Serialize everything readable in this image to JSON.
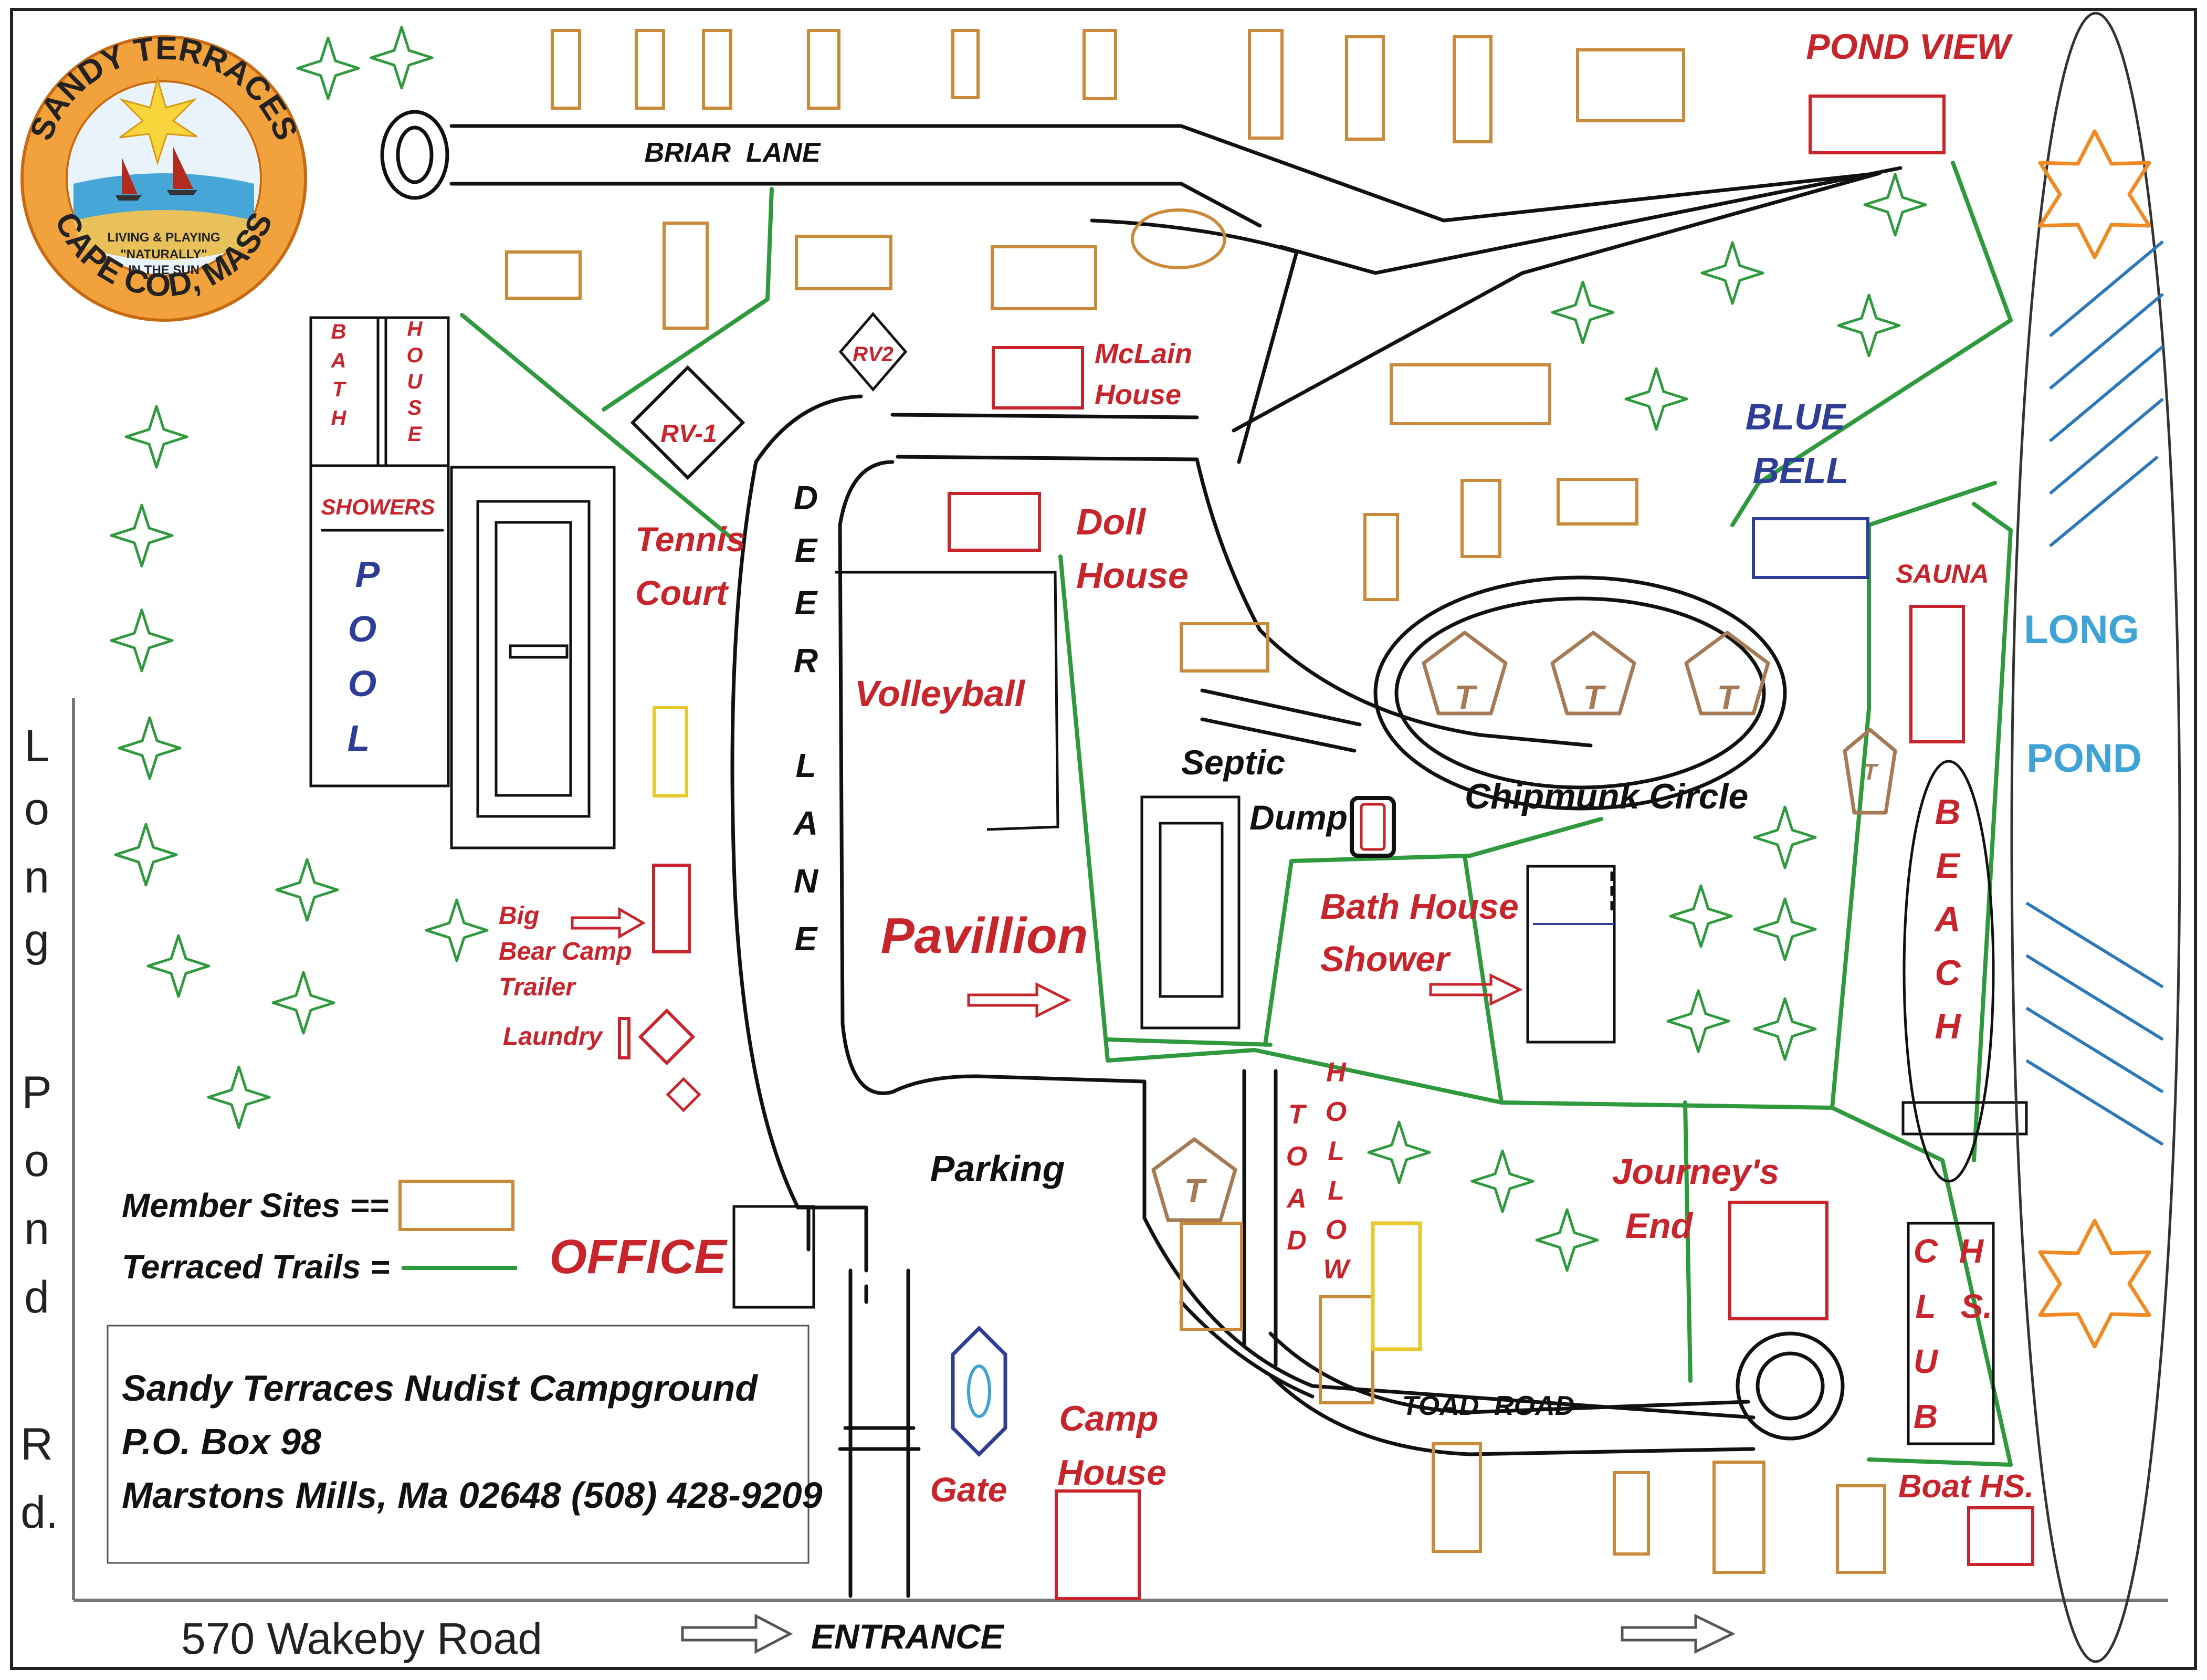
{
  "logo": {
    "top_text": "SANDY TERRACES",
    "bottom_text": "CAPE COD, MASS",
    "motto_line1": "LIVING & PLAYING",
    "motto_line2": "\"NATURALLY\"",
    "motto_line3": "IN THE SUN"
  },
  "roads": {
    "briar_lane": "BRIAR  LANE",
    "deer_lane": [
      "D",
      "E",
      "E",
      "R",
      "L",
      "A",
      "N",
      "E"
    ],
    "chipmunk_circle": "Chipmunk Circle",
    "toad_road": "TOAD  ROAD",
    "toad_hollow_col1": [
      "T",
      "O",
      "A",
      "D"
    ],
    "toad_hollow_col2": [
      "H",
      "O",
      "L",
      "L",
      "O",
      "W"
    ],
    "long_pond_rd": [
      "L",
      "o",
      "n",
      "g",
      "P",
      "o",
      "n",
      "d",
      "R",
      "d."
    ],
    "wakeby": "570 Wakeby Road",
    "entrance": "ENTRANCE"
  },
  "places": {
    "pond_view": "POND VIEW",
    "bath_house_col1": [
      "B",
      "A",
      "T",
      "H"
    ],
    "bath_house_col2": [
      "H",
      "O",
      "U",
      "S",
      "E"
    ],
    "showers": "SHOWERS",
    "pool": [
      "P",
      "O",
      "O",
      "L"
    ],
    "rv1": "RV-1",
    "rv2": "RV2",
    "mclain_1": "McLain",
    "mclain_2": "House",
    "tennis_1": "Tennis",
    "tennis_2": "Court",
    "doll_1": "Doll",
    "doll_2": "House",
    "volleyball": "Volleyball",
    "blue_bell_1": "BLUE",
    "blue_bell_2": "BELL",
    "sauna": "SAUNA",
    "long_pond_1": "LONG",
    "long_pond_2": "POND",
    "septic": "Septic",
    "dump": "Dump",
    "big_bear_1": "Big",
    "big_bear_2": "Bear Camp",
    "big_bear_3": "Trailer",
    "laundry": "Laundry",
    "pavillion": "Pavillion",
    "bath_shower_1": "Bath House",
    "bath_shower_2": "Shower",
    "beach": [
      "B",
      "E",
      "A",
      "C",
      "H"
    ],
    "parking": "Parking",
    "journeys_1": "Journey's",
    "journeys_2": "End",
    "club": [
      "C",
      "L",
      "U",
      "B"
    ],
    "hs": [
      "H",
      "S."
    ],
    "office": "OFFICE",
    "gate": "Gate",
    "camp_house_1": "Camp",
    "camp_house_2": "House",
    "boat_hs": "Boat HS.",
    "tent_letter": "T"
  },
  "legend": {
    "member_sites": "Member Sites ==",
    "terraced_trails": "Terraced Trails ="
  },
  "address": {
    "line1": "Sandy Terraces Nudist Campground",
    "line2": "P.O. Box 98",
    "line3": "Marstons Mills, Ma 02648 (508) 428-9209"
  },
  "colors": {
    "member_site": "#c98a3a",
    "trail": "#2f9a3d",
    "label_red": "#c8242b",
    "label_blue": "#2e3d96",
    "pond_blue": "#3fa3d6",
    "star": "#f08a24",
    "tent": "#a67a55"
  },
  "icons": {
    "tree": "four-point-star",
    "pond_marker": "six-point-star",
    "tent": "pentagon-T"
  }
}
